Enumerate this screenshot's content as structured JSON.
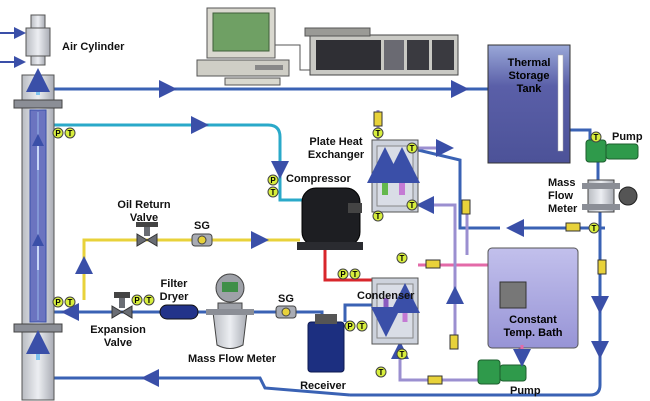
{
  "labels": {
    "air_cylinder": "Air Cylinder",
    "thermal_storage_tank": [
      "Thermal",
      "Storage",
      "Tank"
    ],
    "pump_top": "Pump",
    "plate_heat_exchanger": [
      "Plate Heat",
      "Exchanger"
    ],
    "compressor": "Compressor",
    "mass_flow_meter_right": [
      "Mass",
      "Flow",
      "Meter"
    ],
    "oil_return_valve": [
      "Oil Return",
      "Valve"
    ],
    "sg_top": "SG",
    "filter_dryer": [
      "Filter",
      "Dryer"
    ],
    "sg_bottom": "SG",
    "condenser": "Condenser",
    "constant_temp_bath": [
      "Constant",
      "Temp. Bath"
    ],
    "expansion_valve": [
      "Expansion",
      "Valve"
    ],
    "mass_flow_meter_bottom": "Mass Flow Meter",
    "receiver": "Receiver",
    "pump_bottom": "Pump"
  },
  "badges": {
    "pressure": "P",
    "temperature": "T"
  },
  "colors": {
    "water_line": "#3a62b4",
    "refrigerant_suction": "#2aa9c9",
    "refrigerant_oil": "#e8d23a",
    "refrigerant_discharge": "#d8262b",
    "refrigerant_liquid": "#4870c0",
    "bath_line": "#e36aa8",
    "bath_return": "#9b8fd0",
    "tank": "#5a5fa8",
    "bath": "#9c9ad8",
    "badge_fill": "#d8ef3c"
  }
}
